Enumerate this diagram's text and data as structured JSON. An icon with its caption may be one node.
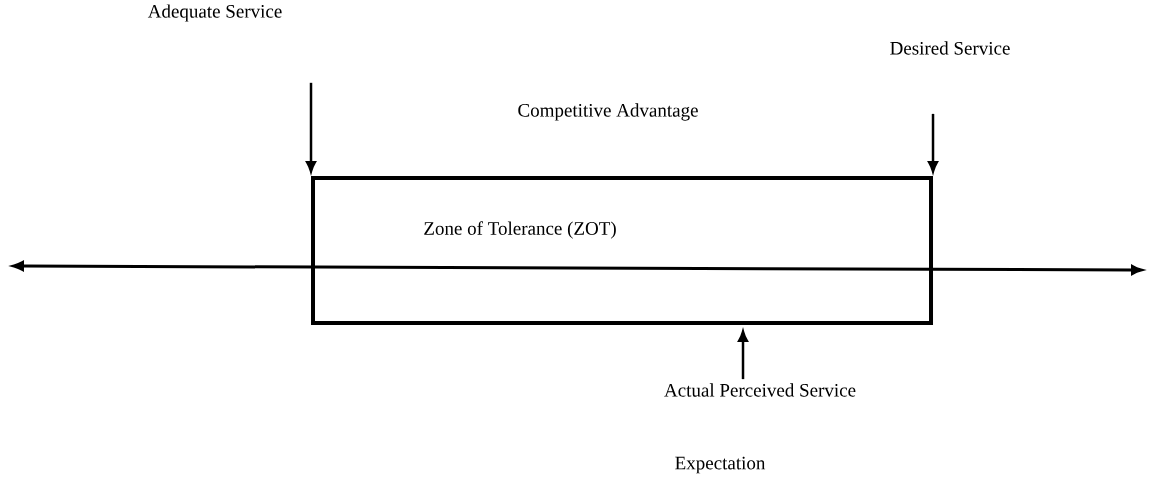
{
  "diagram": {
    "nodes": [
      {
        "text": [
          "Adequate Service"
        ]
      },
      {
        "text": [
          "Desired Service"
        ]
      },
      {
        "text": [
          "Zone of Tolerance (ZOT)"
        ]
      },
      {
        "text": [
          "Actual Perceived Service"
        ]
      }
    ],
    "edges": [
      {
        "from": 0,
        "to": 2,
        "arrow": "to"
      },
      {
        "from": 1,
        "to": 2,
        "arrow": "to"
      },
      {
        "from": 3,
        "to": 2,
        "arrow": "to"
      }
    ],
    "labels": [
      "Competitive Advantage",
      "Expectation"
    ]
  }
}
